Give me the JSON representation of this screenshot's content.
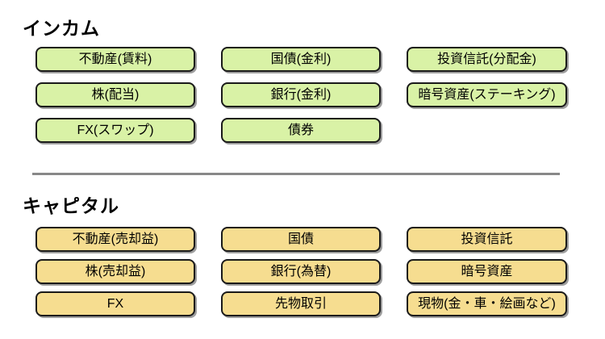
{
  "page": {
    "background_color": "#ffffff",
    "box_border_color": "#1a1a1a",
    "box_shadow_color": "#9e9e9e",
    "divider_color": "#888888",
    "text_color": "#000000"
  },
  "sections": [
    {
      "id": "income",
      "title": "インカム",
      "box_color": "#d9f2a6",
      "cells": [
        "不動産(賃料)",
        "国債(金利)",
        "投資信託(分配金)",
        "株(配当)",
        "銀行(金利)",
        "暗号資産(ステーキング)",
        "FX(スワップ)",
        "債券"
      ]
    },
    {
      "id": "capital",
      "title": "キャピタル",
      "box_color": "#f6dd90",
      "cells": [
        "不動産(売却益)",
        "国債",
        "投資信託",
        "株(売却益)",
        "銀行(為替)",
        "暗号資産",
        "FX",
        "先物取引",
        "現物(金・車・絵画など)"
      ]
    }
  ]
}
